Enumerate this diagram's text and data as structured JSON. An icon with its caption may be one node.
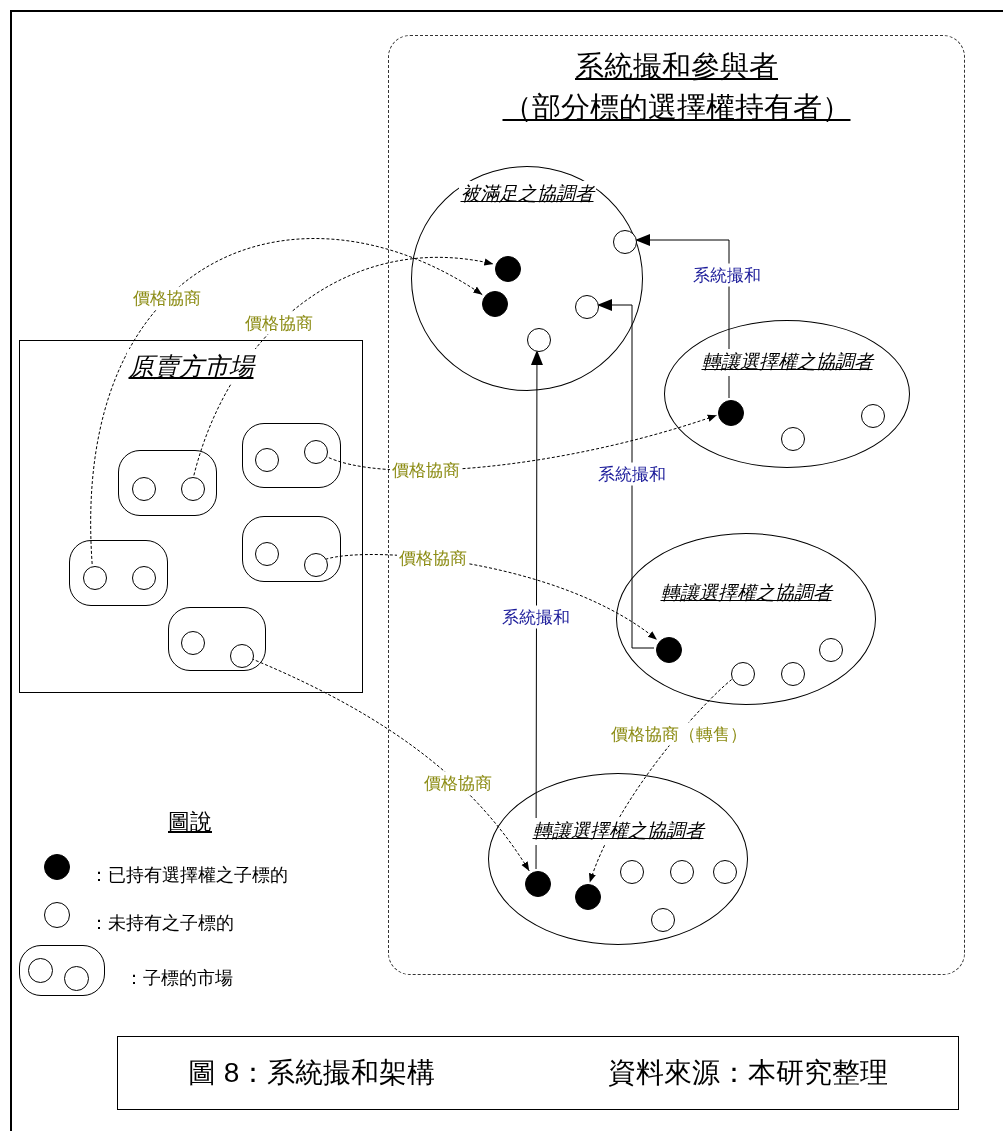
{
  "diagram": {
    "nodes": [
      {
        "text": [
          "系統撮和參與者",
          "（部分標的選擇權持有者）"
        ]
      },
      {
        "text": [
          "被滿足之協調者"
        ],
        "in": 0
      },
      {
        "text": [],
        "shape": "circle",
        "in": 1
      },
      {
        "text": [],
        "shape": "circle",
        "in": 1
      },
      {
        "text": [],
        "shape": "circle",
        "in": 1
      },
      {
        "text": [],
        "shape": "circle",
        "in": 1
      },
      {
        "text": [],
        "shape": "circle",
        "in": 1
      },
      {
        "text": [
          "轉讓選擇權之協調者"
        ],
        "in": 0
      },
      {
        "text": [],
        "shape": "circle",
        "in": 7
      },
      {
        "text": [],
        "shape": "circle",
        "in": 7
      },
      {
        "text": [],
        "shape": "circle",
        "in": 7
      },
      {
        "text": [
          "轉讓選擇權之協調者"
        ],
        "in": 0
      },
      {
        "text": [],
        "shape": "circle",
        "in": 11
      },
      {
        "text": [],
        "shape": "circle",
        "in": 11
      },
      {
        "text": [],
        "shape": "circle",
        "in": 11
      },
      {
        "text": [],
        "shape": "circle",
        "in": 11
      },
      {
        "text": [
          "轉讓選擇權之協調者"
        ],
        "in": 0
      },
      {
        "text": [],
        "shape": "circle",
        "in": 16
      },
      {
        "text": [],
        "shape": "circle",
        "in": 16
      },
      {
        "text": [],
        "shape": "circle",
        "in": 16
      },
      {
        "text": [],
        "shape": "circle",
        "in": 16
      },
      {
        "text": [],
        "shape": "circle",
        "in": 16
      },
      {
        "text": [],
        "shape": "circle",
        "in": 16
      },
      {
        "text": [
          "原賣方市場"
        ]
      },
      {
        "text": [],
        "shape": "box",
        "in": 23
      },
      {
        "text": [],
        "shape": "circle",
        "in": 24
      },
      {
        "text": [],
        "shape": "circle",
        "in": 24
      },
      {
        "text": [],
        "shape": "box",
        "in": 23
      },
      {
        "text": [],
        "shape": "circle",
        "in": 27
      },
      {
        "text": [],
        "shape": "circle",
        "in": 27
      },
      {
        "text": [],
        "shape": "box",
        "in": 23
      },
      {
        "text": [],
        "shape": "circle",
        "in": 30
      },
      {
        "text": [],
        "shape": "circle",
        "in": 30
      },
      {
        "text": [],
        "shape": "box",
        "in": 23
      },
      {
        "text": [],
        "shape": "circle",
        "in": 33
      },
      {
        "text": [],
        "shape": "circle",
        "in": 33
      },
      {
        "text": [],
        "shape": "box",
        "in": 23
      },
      {
        "text": [],
        "shape": "circle",
        "in": 36
      },
      {
        "text": [],
        "shape": "circle",
        "in": 36
      }
    ],
    "edges": [
      {
        "from": 34,
        "to": 3,
        "arrow": "to",
        "style": "dashed",
        "label": "價格協商"
      },
      {
        "from": 29,
        "to": 2,
        "arrow": "to",
        "style": "dashed",
        "label": "價格協商"
      },
      {
        "from": 26,
        "to": 8,
        "arrow": "to",
        "style": "dashed",
        "label": "價格協商"
      },
      {
        "from": 32,
        "to": 12,
        "arrow": "to",
        "style": "dashed",
        "label": "價格協商"
      },
      {
        "from": 38,
        "to": 17,
        "arrow": "to",
        "style": "dashed",
        "label": "價格協商"
      },
      {
        "from": 8,
        "to": 4,
        "arrow": "to",
        "label": "系統撮和"
      },
      {
        "from": 12,
        "to": 5,
        "arrow": "to",
        "label": "系統撮和"
      },
      {
        "from": 17,
        "to": 6,
        "arrow": "to",
        "label": "系統撮和"
      },
      {
        "from": 13,
        "to": 18,
        "arrow": "to",
        "style": "dashed",
        "label": "價格協商（轉售）"
      }
    ],
    "labels": [
      "圖說",
      "資料來源：本研究整理"
    ],
    "legend": [
      {
        "text": "：已持有選擇權之子標的"
      },
      {
        "text": "：未持有之子標的"
      },
      {
        "text": "：子標的市場"
      }
    ],
    "caption": "圖 8：系統撮和架構"
  }
}
